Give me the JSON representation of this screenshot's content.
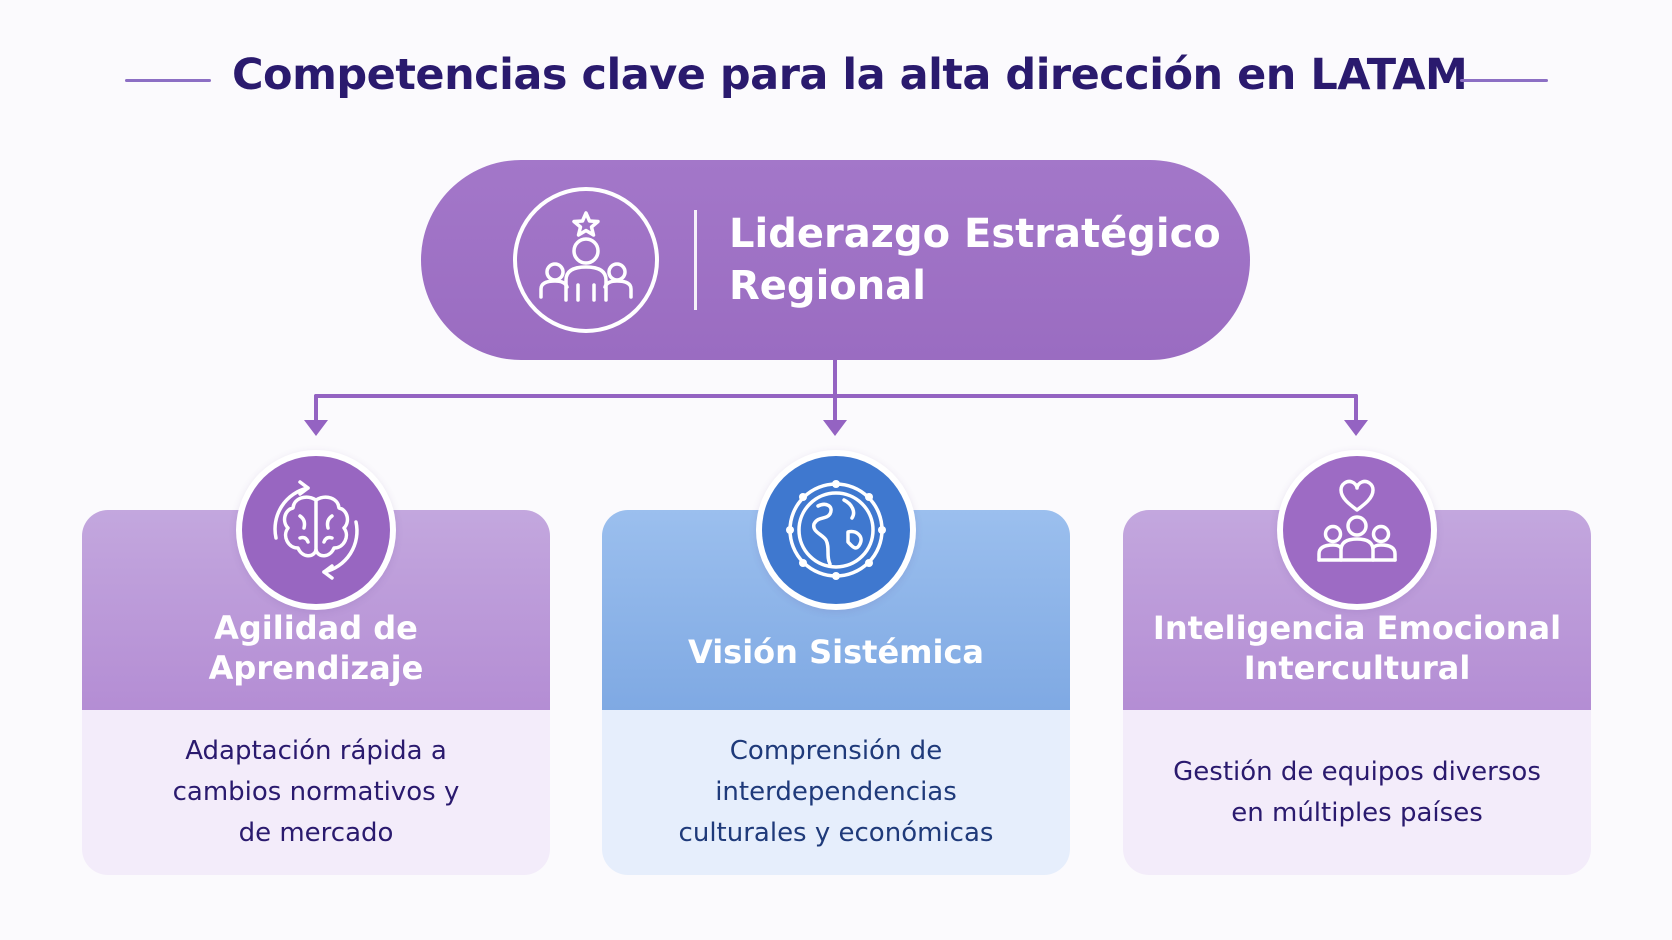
{
  "title": "Competencias clave para la alta dirección en LATAM",
  "root": {
    "label_line1": "Liderazgo Estratégico",
    "label_line2": "Regional",
    "icon": "leader-team-star-icon"
  },
  "cards": [
    {
      "title_line1": "Agilidad de",
      "title_line2": "Aprendizaje",
      "desc_line1": "Adaptación rápida a",
      "desc_line2": "cambios normativos y",
      "desc_line3": "de mercado",
      "icon": "brain-cycle-icon"
    },
    {
      "title_line1": "Visión Sistémica",
      "title_line2": "",
      "desc_line1": "Comprensión de",
      "desc_line2": "interdependencias",
      "desc_line3": "culturales y económicas",
      "icon": "globe-network-icon"
    },
    {
      "title_line1": "Inteligencia Emocional",
      "title_line2": "Intercultural",
      "desc_line1": "Gestión de equipos diversos",
      "desc_line2": "en múltiples países",
      "desc_line3": "",
      "icon": "heart-people-icon"
    }
  ],
  "colors": {
    "title": "#2a1a6e",
    "root": "#9a6cc1",
    "connector": "#9463c2",
    "purple_card_head": "#b48dd4",
    "blue_card_head": "#7fa9e3",
    "blue_badge": "#3f78cf"
  }
}
